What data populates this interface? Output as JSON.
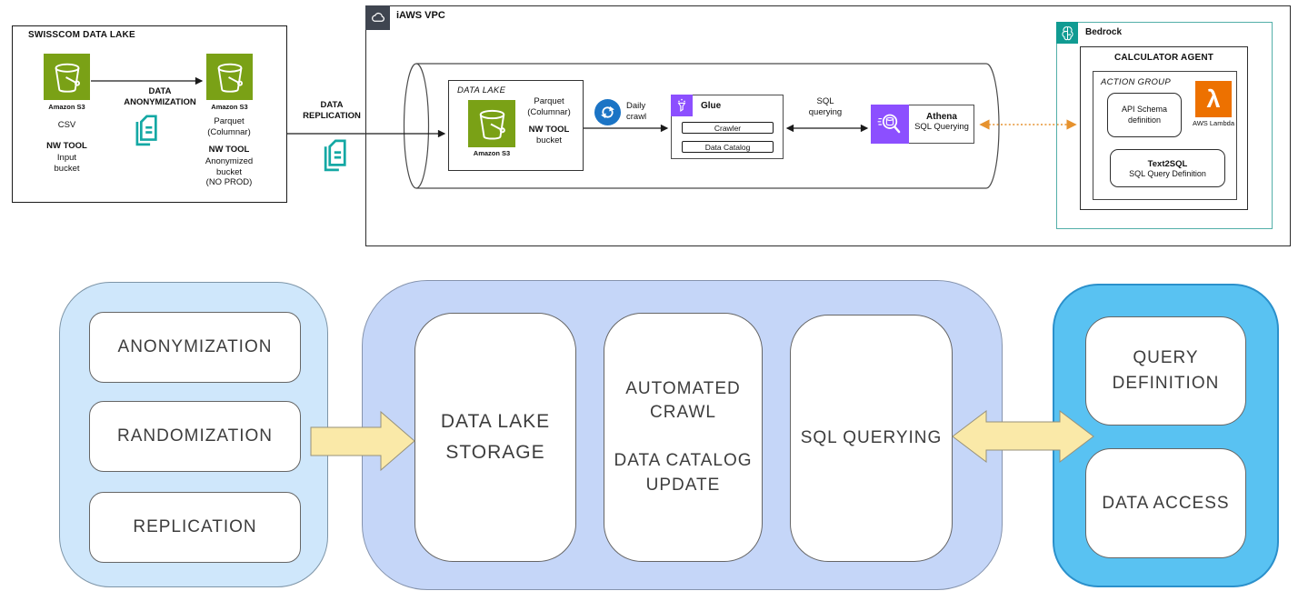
{
  "colors": {
    "s3_green": "#7AA116",
    "document_teal": "#14A8A4",
    "glue_purple": "#8C4FFF",
    "athena_purple": "#8C4FFF",
    "sync_blue": "#1B74C5",
    "vpc_icon_charcoal": "#3F4550",
    "bedrock_teal": "#119B92",
    "bedrock_border_teal": "#53AFA9",
    "lambda_orange": "#ED7100",
    "agent_link_orange": "#E6922E",
    "stage1_fill": "#CFE7FB",
    "stage2_fill": "#C5D6F8",
    "stage3_fill": "#59C2F2",
    "flow_arrow_yellow": "#FAE9A8"
  },
  "icons": {
    "s3": "bucket-icon",
    "documents": "documents-icon",
    "vpc": "cloud-icon",
    "daily_crawl": "sync-icon",
    "glue": "funnel-icon",
    "athena": "magnifier-database-icon",
    "bedrock": "brain-circuit-icon",
    "lambda": "lambda-icon"
  },
  "top": {
    "swisscom": {
      "title": "SWISSCOM DATA LAKE",
      "input": {
        "service": "Amazon S3",
        "format": "CSV",
        "tool": "NW TOOL",
        "desc": "Input\nbucket"
      },
      "anonymization_label": "DATA\nANONYMIZATION",
      "output": {
        "service": "Amazon S3",
        "format": "Parquet\n(Columnar)",
        "tool": "NW TOOL",
        "desc": "Anonymized\nbucket\n(NO PROD)"
      }
    },
    "replication_label": "DATA\nREPLICATION",
    "vpc": {
      "title": "iAWS VPC",
      "datalake": {
        "title": "DATA LAKE",
        "service": "Amazon S3",
        "format": "Parquet\n(Columnar)",
        "tool": "NW TOOL",
        "desc": "bucket"
      },
      "daily_crawl_label": "Daily\ncrawl",
      "glue": {
        "title": "Glue",
        "crawler": "Crawler",
        "data_catalog": "Data Catalog"
      },
      "sql_querying_label": "SQL\nquerying",
      "athena": {
        "title": "Athena",
        "subtitle": "SQL Querying"
      },
      "bedrock": {
        "title": "Bedrock",
        "agent_title": "CALCULATOR AGENT",
        "action_group_title": "ACTION GROUP",
        "api_schema_label": "API Schema\ndefinition",
        "lambda_glyph": "λ",
        "lambda_label": "AWS Lambda",
        "text2sql_title": "Text2SQL",
        "text2sql_subtitle": "SQL Query Definition"
      }
    }
  },
  "bottom": {
    "preparation_steps": [
      "ANONYMIZATION",
      "RANDOMIZATION",
      "REPLICATION"
    ],
    "lake_steps": [
      "DATA LAKE\nSTORAGE",
      "AUTOMATED\nCRAWL\n\nDATA CATALOG\nUPDATE",
      "SQL QUERYING"
    ],
    "access_steps": [
      "QUERY\nDEFINITION",
      "DATA ACCESS"
    ]
  }
}
